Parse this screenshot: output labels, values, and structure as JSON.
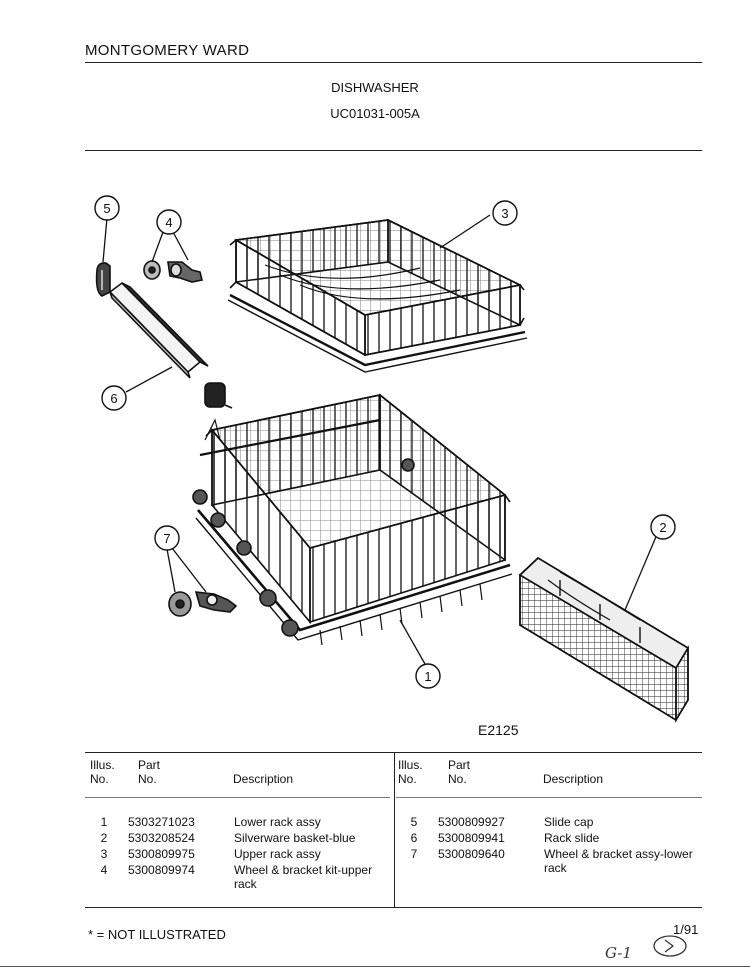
{
  "header": {
    "brand": "MONTGOMERY WARD",
    "product": "DISHWASHER",
    "model": "UC01031-005A"
  },
  "figure": {
    "code": "E2125",
    "callouts": [
      "1",
      "2",
      "3",
      "4",
      "5",
      "6",
      "7"
    ]
  },
  "table": {
    "headers": {
      "illus": "Illus.",
      "no": "No.",
      "part": "Part",
      "part_no": "No.",
      "description": "Description"
    },
    "left": [
      {
        "illus": "1",
        "part": "5303271023",
        "desc": "Lower rack assy"
      },
      {
        "illus": "2",
        "part": "5303208524",
        "desc": "Silverware basket-blue"
      },
      {
        "illus": "3",
        "part": "5300809975",
        "desc": "Upper rack assy"
      },
      {
        "illus": "4",
        "part": "5300809974",
        "desc": "Wheel & bracket kit-upper rack"
      }
    ],
    "right": [
      {
        "illus": "5",
        "part": "5300809927",
        "desc": "Slide cap"
      },
      {
        "illus": "6",
        "part": "5300809941",
        "desc": "Rack slide"
      },
      {
        "illus": "7",
        "part": "5300809640",
        "desc": "Wheel & bracket assy-lower rack"
      }
    ]
  },
  "footer": {
    "note": "* = NOT ILLUSTRATED",
    "date": "1/91",
    "handwritten": "G-1"
  }
}
